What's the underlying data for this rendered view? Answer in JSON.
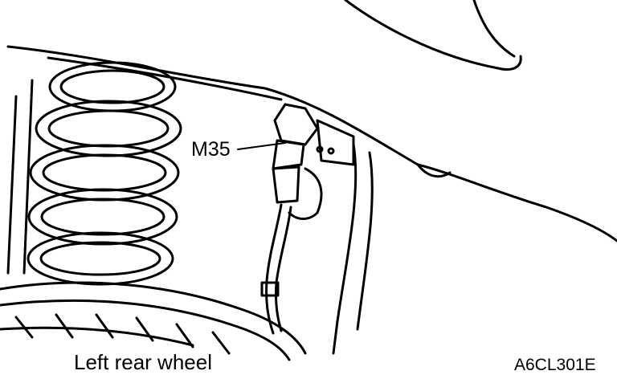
{
  "diagram": {
    "callout_label": "M35",
    "caption": "Left rear wheel",
    "figure_code": "A6CL301E"
  },
  "colors": {
    "ink": "#000000",
    "paper": "#ffffff"
  }
}
